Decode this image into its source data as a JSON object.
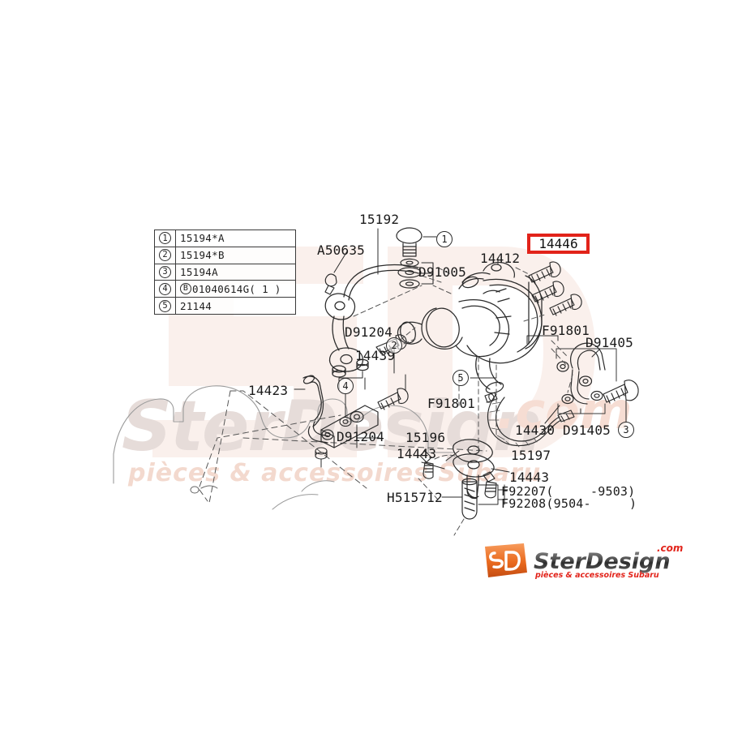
{
  "diagram": {
    "title": "Subaru turbocharger mounting parts diagram",
    "highlight": {
      "part": "14446",
      "color": "#e2231a"
    }
  },
  "legend": {
    "rows": [
      {
        "marker": "1",
        "part": "15194*A"
      },
      {
        "marker": "2",
        "part": "15194*B"
      },
      {
        "marker": "3",
        "part": "15194A"
      },
      {
        "marker": "4",
        "prefix": "B",
        "part": "01040614G( 1  )"
      },
      {
        "marker": "5",
        "part": "21144"
      }
    ]
  },
  "callouts": [
    {
      "id": "c15192",
      "text": "15192"
    },
    {
      "id": "cA50635",
      "text": "A50635"
    },
    {
      "id": "cD91005",
      "text": "D91005"
    },
    {
      "id": "c14412",
      "text": "14412"
    },
    {
      "id": "cD91204a",
      "text": "D91204"
    },
    {
      "id": "c14439",
      "text": "14439"
    },
    {
      "id": "c14423",
      "text": "14423"
    },
    {
      "id": "cD91204b",
      "text": "D91204"
    },
    {
      "id": "cF91801a",
      "text": "F91801"
    },
    {
      "id": "cF91801b",
      "text": "F91801"
    },
    {
      "id": "cD91405a",
      "text": "D91405"
    },
    {
      "id": "cD91405b",
      "text": "D91405"
    },
    {
      "id": "c14430",
      "text": "14430"
    },
    {
      "id": "c15196",
      "text": "15196"
    },
    {
      "id": "c14443a",
      "text": "14443"
    },
    {
      "id": "c15197",
      "text": "15197"
    },
    {
      "id": "c14443b",
      "text": "14443"
    },
    {
      "id": "cH515712",
      "text": "H515712"
    },
    {
      "id": "cF92207",
      "text": "F92207("
    },
    {
      "id": "cF92207r",
      "text": "-9503)"
    },
    {
      "id": "cF92208",
      "text": "F92208(9504-"
    },
    {
      "id": "cF92208r",
      "text": ")"
    }
  ],
  "markers": [
    {
      "id": "m1",
      "text": "1"
    },
    {
      "id": "m2",
      "text": "2"
    },
    {
      "id": "m4",
      "text": "4"
    },
    {
      "id": "m5",
      "text": "5"
    },
    {
      "id": "m3",
      "text": "3"
    }
  ],
  "watermark": {
    "brand": "SterDesign",
    "tagline": "pièces & accessoires Subaru",
    "tld": ".com"
  },
  "logo": {
    "badge": "SD",
    "name": "SterDesign",
    "tld": ".com",
    "tagline": "pièces & accessoires Subaru"
  }
}
